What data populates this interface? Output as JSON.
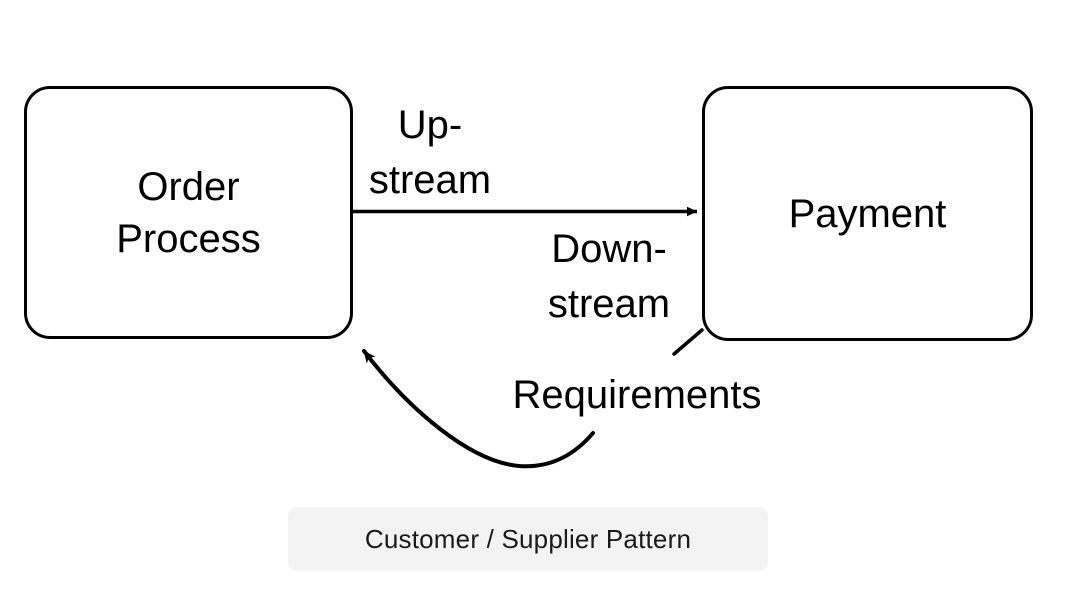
{
  "diagram": {
    "title": "Customer / Supplier Pattern",
    "background_color": "#ffffff",
    "stroke_color": "#000000",
    "nodes": [
      {
        "id": "order-process",
        "label": "Order\nProcess"
      },
      {
        "id": "payment",
        "label": "Payment"
      }
    ],
    "edges": [
      {
        "id": "order-to-payment",
        "from": "order-process",
        "to": "payment",
        "style": "straight-arrow",
        "source_label": "Up-\nstream",
        "target_label": "Down-\nstream"
      },
      {
        "id": "payment-to-order",
        "from": "payment",
        "to": "order-process",
        "style": "curved-arrow",
        "label": "Requirements"
      }
    ]
  },
  "caption": {
    "text": "Customer / Supplier Pattern",
    "background_color": "#f3f3f3"
  }
}
